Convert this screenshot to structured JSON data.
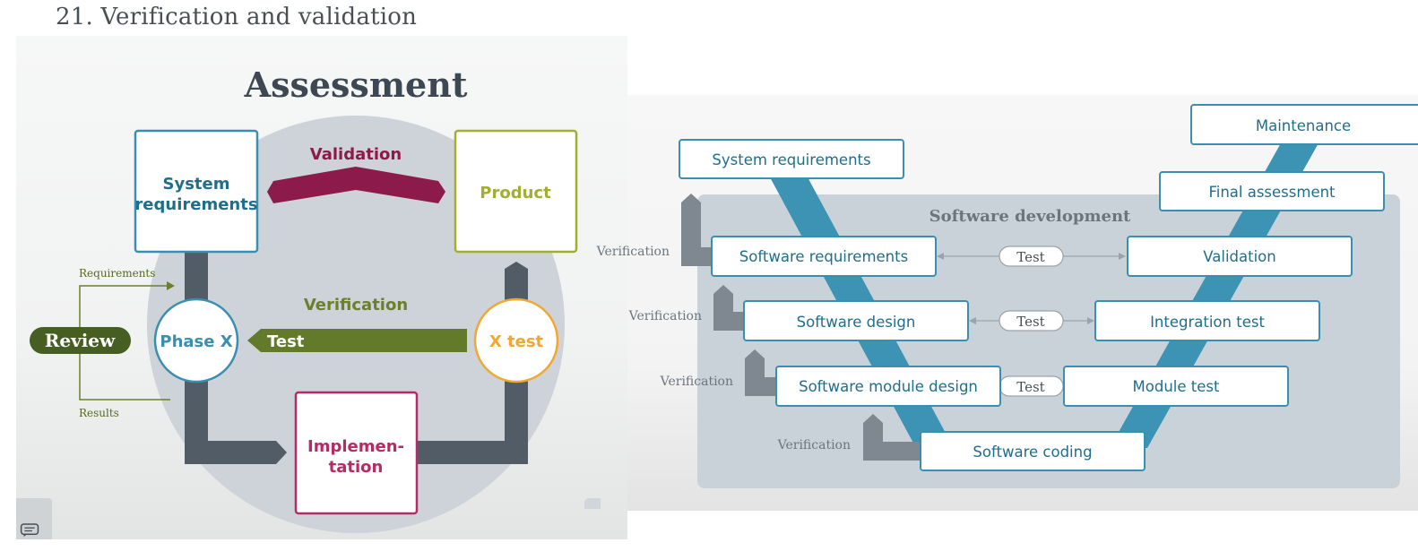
{
  "page": {
    "title": "21. Verification and validation"
  },
  "left_diagram": {
    "title": "Assessment",
    "system_requirements": [
      "System",
      "requirements"
    ],
    "validation": "Validation",
    "product": "Product",
    "verification": "Verification",
    "phase": "Phase X",
    "test": "Test",
    "x_test": "X test",
    "implementation": [
      "Implemen-",
      "tation"
    ],
    "review": "Review",
    "requirements_label": "Requirements",
    "results_label": "Results"
  },
  "right_diagram": {
    "area_label": "Software development",
    "boxes": {
      "system_requirements": "System requirements",
      "maintenance": "Maintenance",
      "final_assessment": "Final assessment",
      "software_requirements": "Software requirements",
      "validation": "Validation",
      "software_design": "Software design",
      "integration_test": "Integration test",
      "software_module_design": "Software module design",
      "module_test": "Module test",
      "software_coding": "Software coding"
    },
    "test_labels": [
      "Test",
      "Test",
      "Test"
    ],
    "verification_labels": [
      "Verification",
      "Verification",
      "Verification",
      "Verification"
    ]
  },
  "colors": {
    "teal_box_border": "#3a8fb0",
    "teal_text": "#1f6e8c",
    "v_band": "#3c93b4",
    "dark_pipe": "#525c66",
    "validation_magenta": "#8c1a4b",
    "verification_green": "#6b7f2e",
    "test_arrow_green": "#637a2b",
    "product_olive": "#a3ad2e",
    "xtest_orange": "#f0a830",
    "implementation_magenta": "#b82a66",
    "review_dark_green": "#475e22",
    "circle_bg": "#cdd3d8",
    "dev_area_bg": "#c9d2d8"
  },
  "icons": {
    "comment": "comment-icon"
  }
}
